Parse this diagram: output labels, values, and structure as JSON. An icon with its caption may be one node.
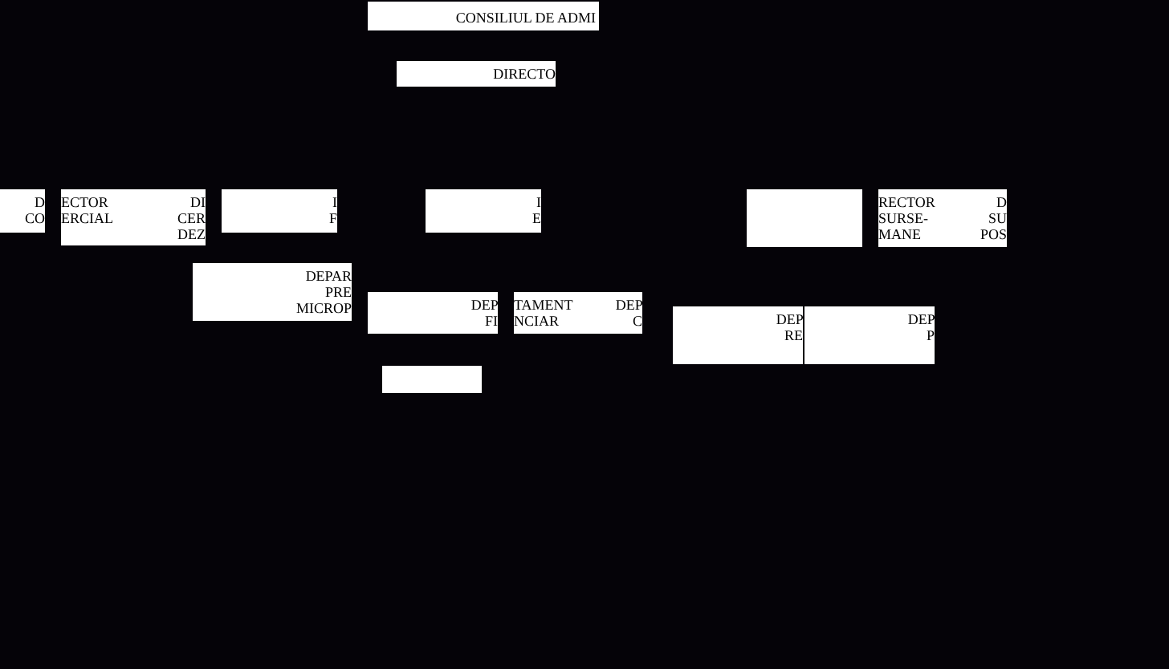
{
  "diagram": {
    "nodes": [
      {
        "text": [
          "CONSILIUL DE ADMI"
        ]
      },
      {
        "text": [
          "DIRECTO"
        ]
      },
      {
        "text": [
          "D CO"
        ]
      },
      {
        "text": [
          "ECTOR ERCIAL",
          "DI CER DEZ"
        ]
      },
      {
        "text": [
          "I F"
        ]
      },
      {
        "text": [
          "I E"
        ]
      },
      {
        "text": [],
        "shape": "box"
      },
      {
        "text": [
          "RECTOR SURSE- MANE",
          "D SU POS"
        ]
      },
      {
        "text": [
          "DEPAR PRE MICROP"
        ]
      },
      {
        "text": [
          "DEP FI"
        ]
      },
      {
        "text": [
          "TAMENT NCIAR",
          "DEP C"
        ]
      },
      {
        "text": [
          "DEP RE"
        ]
      },
      {
        "text": [
          "DEP P"
        ]
      },
      {
        "text": [],
        "shape": "box"
      }
    ]
  }
}
